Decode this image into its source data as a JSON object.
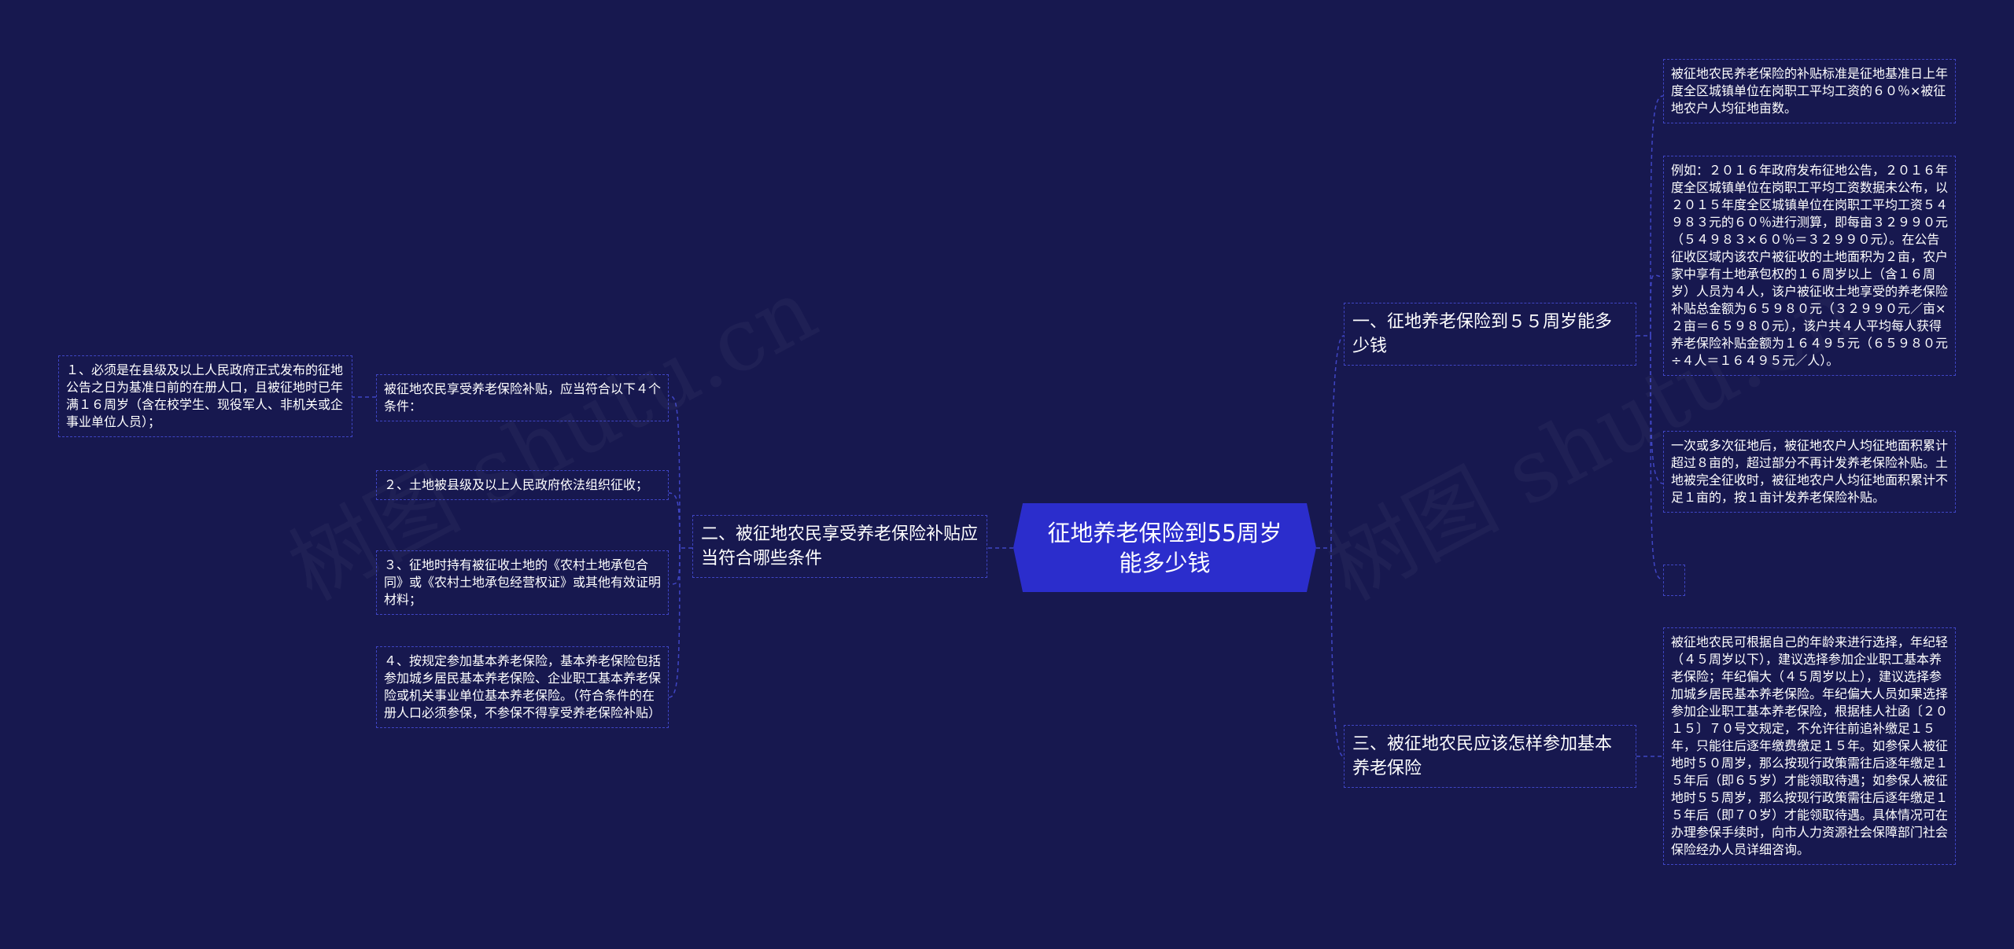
{
  "watermark": "树图 shutu.cn",
  "root": {
    "title": "征地养老保险到55周岁能多少钱"
  },
  "branches": {
    "one": {
      "title": "一、征地养老保险到５５周岁能多少钱",
      "leaves": [
        "被征地农民养老保险的补贴标准是征地基准日上年度全区城镇单位在岗职工平均工资的６０％×被征地农户人均征地亩数。",
        "例如：２０１６年政府发布征地公告，２０１６年度全区城镇单位在岗职工平均工资数据未公布，以２０１５年度全区城镇单位在岗职工平均工资５４９８３元的６０％进行测算，即每亩３２９９０元（５４９８３×６０％＝３２９９０元）。在公告征收区域内该农户被征收的土地面积为２亩，农户家中享有土地承包权的１６周岁以上（含１６周岁）人员为４人，该户被征收土地享受的养老保险补贴总金额为６５９８０元（３２９９０元／亩×２亩＝６５９８０元），该户共４人平均每人获得养老保险补贴金额为１６４９５元（６５９８０元÷４人＝１６４９５元／人）。",
        "一次或多次征地后，被征地农户人均征地面积累计超过８亩的，超过部分不再计发养老保险补贴。土地被完全征收时，被征地农户人均征地面积累计不足１亩的，按１亩计发养老保险补贴。",
        ""
      ]
    },
    "two": {
      "title": "二、被征地农民享受养老保险补贴应当符合哪些条件",
      "intro": "被征地农民享受养老保险补贴，应当符合以下４个条件：",
      "intro_child": "１、必须是在县级及以上人民政府正式发布的征地公告之日为基准日前的在册人口，且被征地时已年满１６周岁（含在校学生、现役军人、非机关或企事业单位人员）；",
      "conditions": [
        "２、土地被县级及以上人民政府依法组织征收；",
        "３、征地时持有被征收土地的《农村土地承包合同》或《农村土地承包经营权证》或其他有效证明材料；",
        "４、按规定参加基本养老保险，基本养老保险包括参加城乡居民基本养老保险、企业职工基本养老保险或机关事业单位基本养老保险。（符合条件的在册人口必须参保，不参保不得享受养老保险补贴）"
      ]
    },
    "three": {
      "title": "三、被征地农民应该怎样参加基本养老保险",
      "leaf": "被征地农民可根据自己的年龄来进行选择，年纪轻（４５周岁以下），建议选择参加企业职工基本养老保险；年纪偏大（４５周岁以上），建议选择参加城乡居民基本养老保险。年纪偏大人员如果选择参加企业职工基本养老保险，根据桂人社函〔２０１５〕７０号文规定，不允许往前追补缴足１５年，只能往后逐年缴费缴足１５年。如参保人被征地时５０周岁，那么按现行政策需往后逐年缴足１５年后（即６５岁）才能领取待遇；如参保人被征地时５５周岁，那么按现行政策需往后逐年缴足１５年后（即７０岁）才能领取待遇。具体情况可在办理参保手续时，向市人力资源社会保障部门社会保险经办人员详细咨询。"
    }
  },
  "colors": {
    "background": "#17184f",
    "root": "#2b2dcc",
    "border": "#3f45c4",
    "line": "#3f45c4",
    "text": "#ffffff"
  }
}
